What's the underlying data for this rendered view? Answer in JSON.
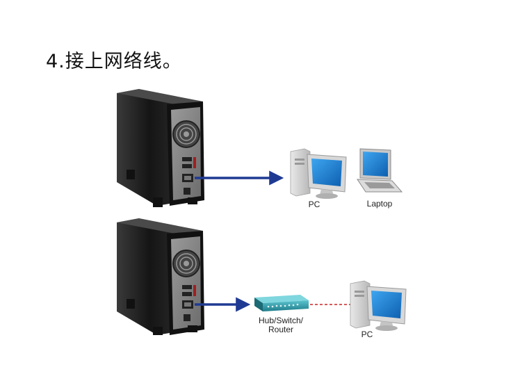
{
  "title": "4.接上网络线。",
  "scenario_top": {
    "device_1_label": "PC",
    "device_2_label": "Laptop"
  },
  "scenario_bottom": {
    "hub_label_line1": "Hub/Switch/",
    "hub_label_line2": "Router",
    "device_label": "PC"
  },
  "colors": {
    "cable": "#1f3a93",
    "dashed_link": "#cc2222",
    "nas_body": "#1a1a1a",
    "hub": "#2c9aa8",
    "screen": "#1c7fd6"
  }
}
